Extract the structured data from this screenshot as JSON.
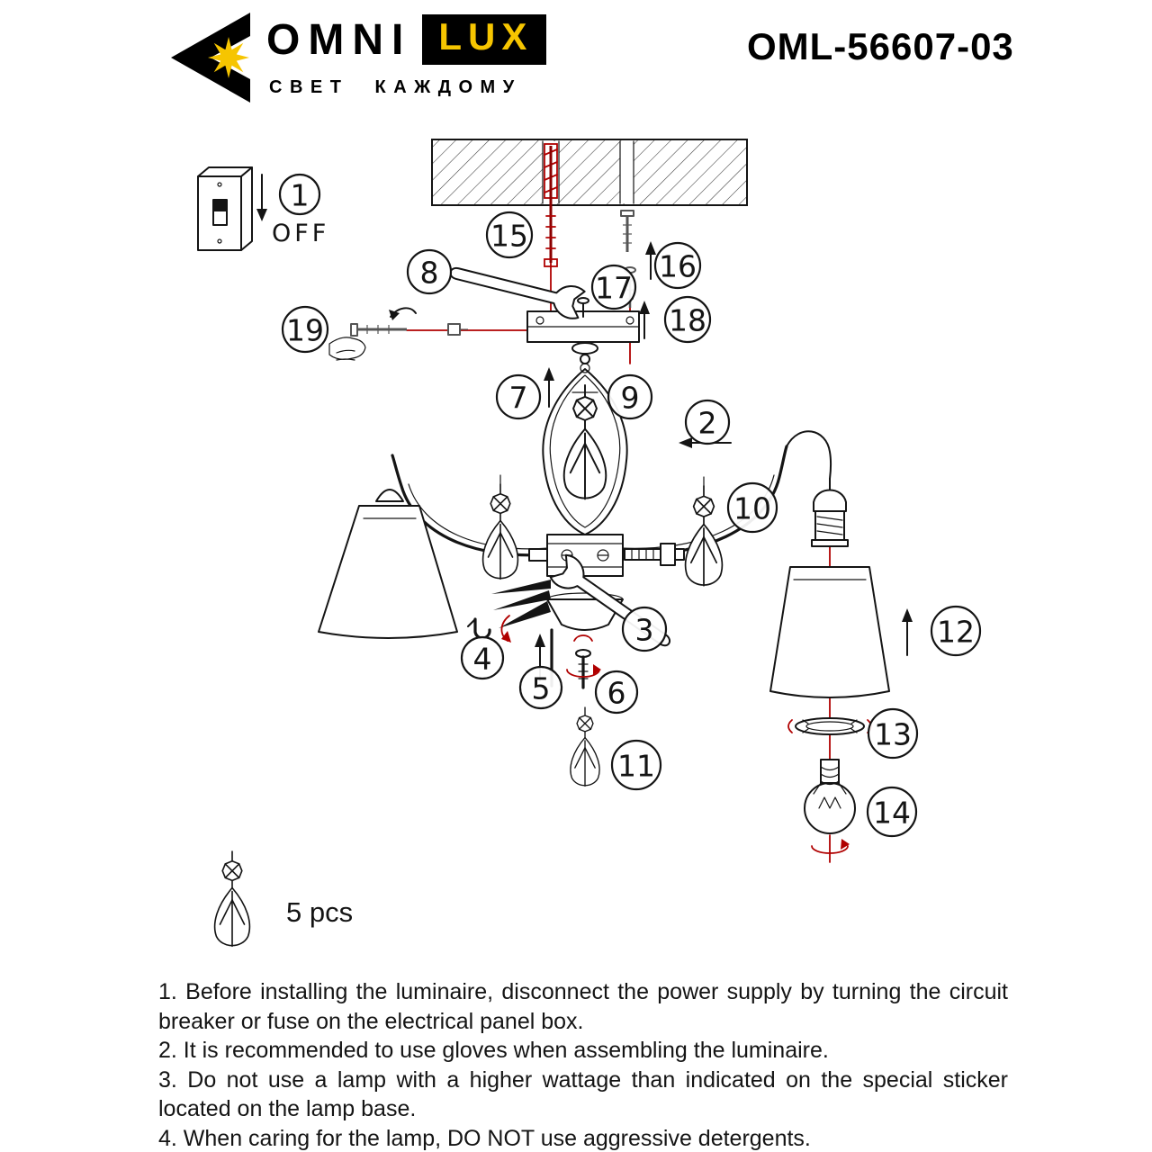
{
  "header": {
    "brand_primary": "OMNI",
    "brand_box": "LUX",
    "tagline": "СВЕТ КАЖДОМУ",
    "model": "OML-56607-03"
  },
  "diagram": {
    "switch_label": "OFF",
    "callouts": [
      {
        "label": "1"
      },
      {
        "label": "2"
      },
      {
        "label": "3"
      },
      {
        "label": "4"
      },
      {
        "label": "5"
      },
      {
        "label": "6"
      },
      {
        "label": "7"
      },
      {
        "label": "8"
      },
      {
        "label": "9"
      },
      {
        "label": "10"
      },
      {
        "label": "11"
      },
      {
        "label": "12"
      },
      {
        "label": "13"
      },
      {
        "label": "14"
      },
      {
        "label": "15"
      },
      {
        "label": "16"
      },
      {
        "label": "17"
      },
      {
        "label": "18"
      },
      {
        "label": "19"
      }
    ],
    "colors": {
      "accent_red": "#b00000",
      "brand_yellow": "#f6c500",
      "ink": "#141414"
    }
  },
  "parts_note": {
    "pendant_count_label": "5 pcs"
  },
  "instructions": [
    "1. Before installing the luminaire, disconnect the power supply by turning the circuit breaker or fuse on the electrical panel box.",
    "2. It is recommended to use gloves when assembling the luminaire.",
    "3. Do not use a lamp with a higher wattage than indicated on the special sticker located on the lamp base.",
    "4. When caring for the lamp, DO NOT use aggressive detergents."
  ]
}
